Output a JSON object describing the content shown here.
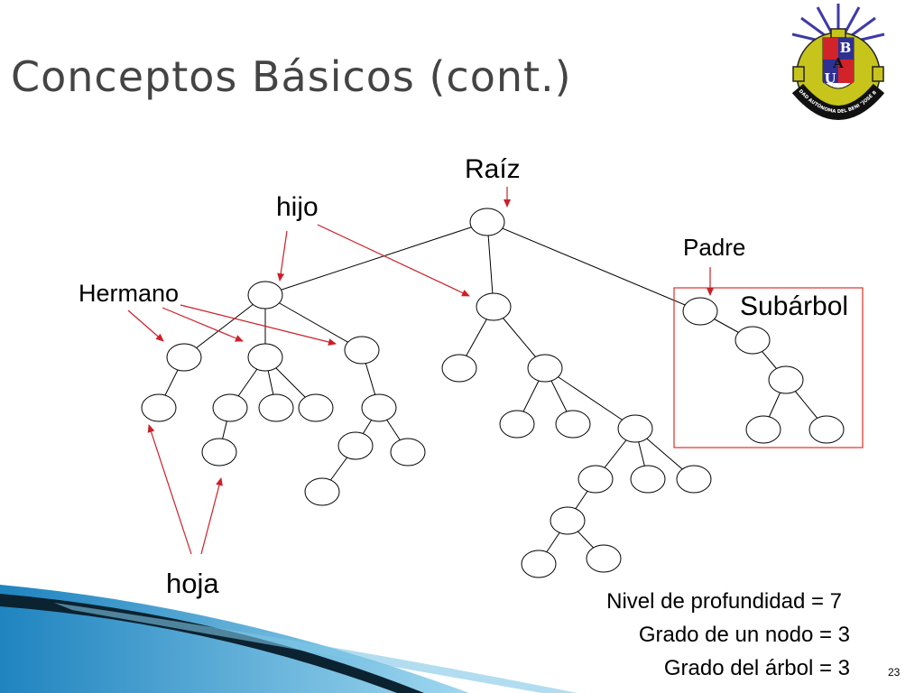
{
  "slide": {
    "title": "Conceptos Básicos (cont.)",
    "slide_number": "23"
  },
  "labels": {
    "raiz": "Raíz",
    "hijo": "hijo",
    "padre": "Padre",
    "hermano": "Hermano",
    "subarbol": "Subárbol",
    "hoja": "hoja"
  },
  "stats": {
    "nivel": "Nivel de profundidad  = 7",
    "grado_nodo": "Grado de un nodo = 3",
    "grado_arbol": "Grado del árbol = 3"
  },
  "logo": {
    "letters": [
      "B",
      "A",
      "U"
    ],
    "ring_text": "UNIVERSIDAD AUTÓNOMA DEL BENI \"JOSÉ BALLIVIÁN\""
  },
  "colors": {
    "title": "#444444",
    "arrow": "#cc1f27",
    "subtree_box": "#e0302a",
    "decor_dark": "#0b2230",
    "decor_blue": "#3ba6d6"
  }
}
